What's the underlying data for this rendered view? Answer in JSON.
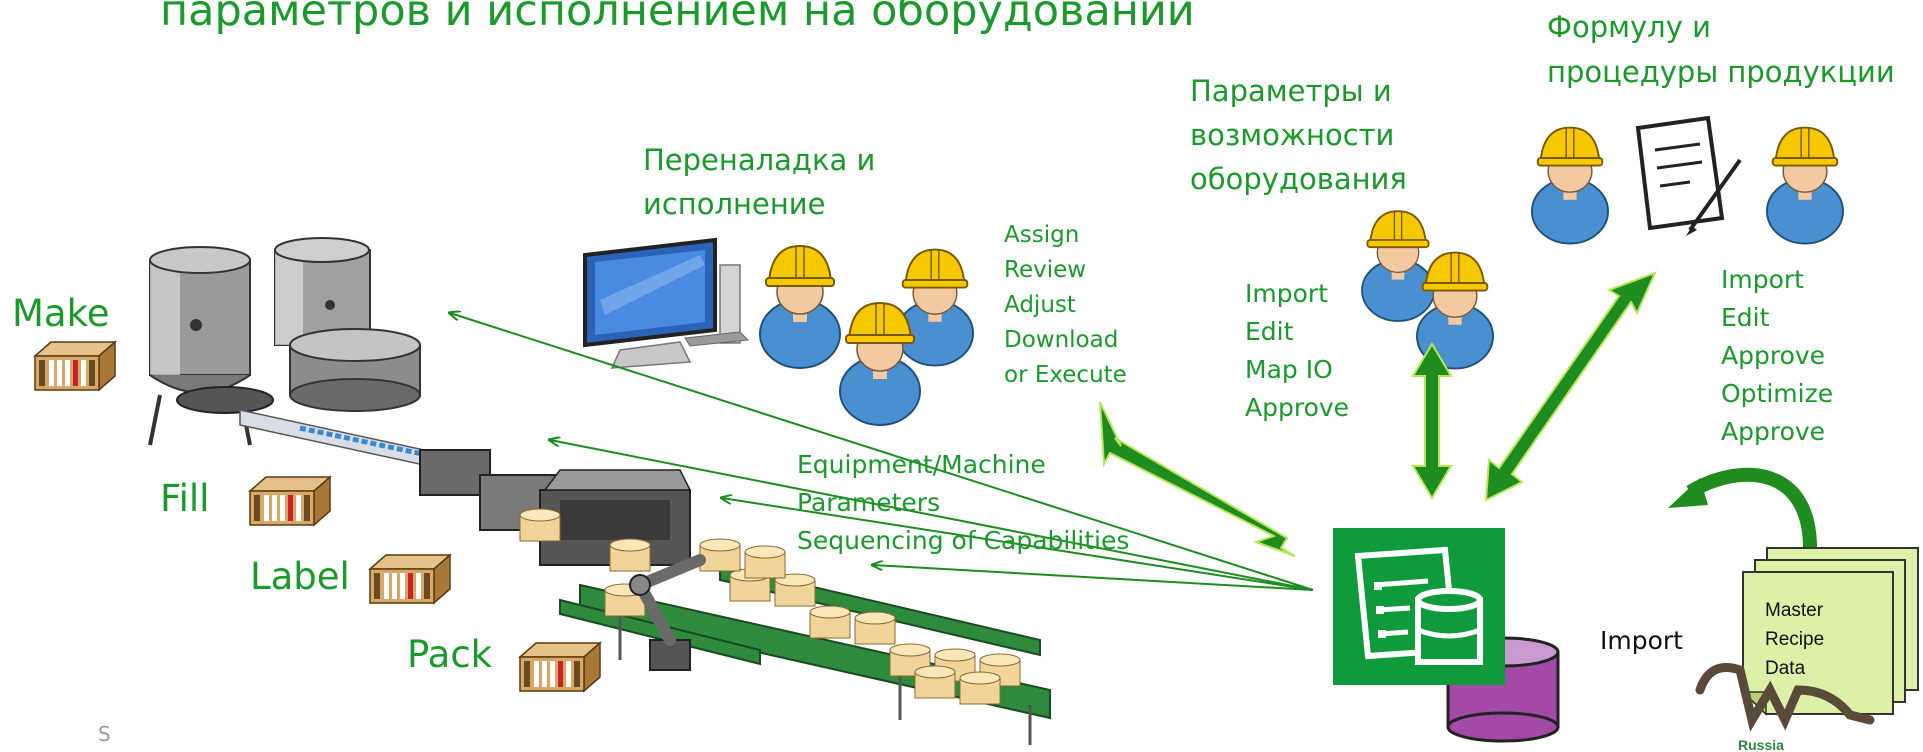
{
  "title": "параметров и исполнением на оборудовании",
  "roles": {
    "changeover": "Переналадка и исполнение",
    "changeover_lines": [
      "Переналадка и",
      "исполнение"
    ],
    "equipment_lines": [
      "Параметры и",
      "возможности",
      "оборудования"
    ],
    "formula_lines": [
      "Формулу и",
      "процедуры продукции"
    ]
  },
  "actions": {
    "execution": [
      "Assign",
      "Review",
      "Adjust",
      "Download",
      "or Execute"
    ],
    "equipment": [
      "Import",
      "Edit",
      "Map IO",
      "Approve"
    ],
    "formula": [
      "Import",
      "Edit",
      "Approve",
      "Optimize",
      "Approve"
    ]
  },
  "stages": [
    "Make",
    "Fill",
    "Label",
    "Pack"
  ],
  "machine_info": [
    "Equipment/Machine",
    "Parameters",
    "Sequencing of Capabilities"
  ],
  "import_label": "Import",
  "master_recipe": [
    "Master",
    "Recipe",
    "Data"
  ],
  "footer_char": "S",
  "logo_text": "Russia",
  "colors": {
    "green_text": "#1a9a2a",
    "arrow_green": "#1e8c1e",
    "arrow_outline": "#b6e65a",
    "app_tile": "#0f9a3c",
    "database": "#a24aa6",
    "paper": "#dcf0a8",
    "helmet": "#f5c800",
    "shirt": "#4a90d0"
  }
}
